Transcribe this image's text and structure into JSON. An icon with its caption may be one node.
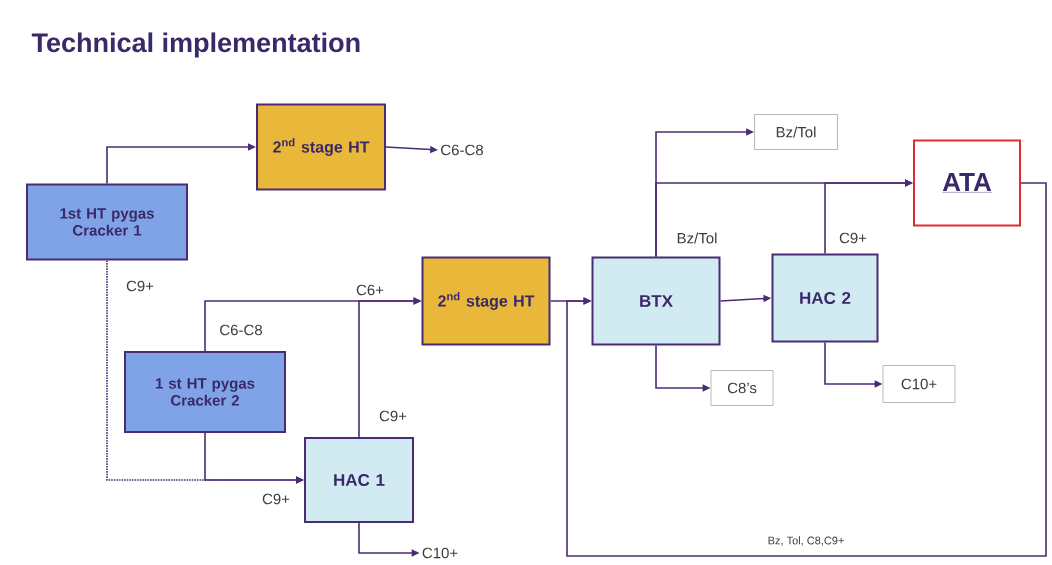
{
  "diagram": {
    "title": "Technical implementation",
    "nodes": [
      {
        "text": [
          "1st HT pygas Cracker 1"
        ]
      },
      {
        "text": [
          "2$^{nd}$ stage HT"
        ]
      },
      {
        "text": [
          "C6-C8"
        ]
      },
      {
        "text": [
          "1 st HT pygas Cracker 2"
        ]
      },
      {
        "text": [
          "2$^{nd}$ stage HT"
        ]
      },
      {
        "text": [
          "HAC 1"
        ]
      },
      {
        "text": [
          "C10+"
        ]
      },
      {
        "text": [
          "BTX"
        ]
      },
      {
        "text": [
          "HAC 2"
        ]
      },
      {
        "text": [
          "Bz/Tol"
        ]
      },
      {
        "text": [
          "ATA"
        ]
      },
      {
        "text": [
          "C8’s"
        ]
      },
      {
        "text": [
          "C10+"
        ]
      }
    ],
    "edges": [
      {
        "from": 0,
        "to": 1,
        "arrow": "to"
      },
      {
        "from": 1,
        "to": 2,
        "arrow": "to"
      },
      {
        "from": 0,
        "to": 5,
        "arrow": "to",
        "style": "dashed",
        "label": "C9+"
      },
      {
        "from": 3,
        "to": 5,
        "arrow": "to",
        "label": "C9+"
      },
      {
        "from": 3,
        "to": 4,
        "arrow": "to",
        "label": "C6-C8"
      },
      {
        "from": 5,
        "to": 4,
        "arrow": "to",
        "label": "C9+"
      },
      {
        "from": 5,
        "to": 6,
        "arrow": "to"
      },
      {
        "from": 4,
        "to": 7,
        "arrow": "to"
      },
      {
        "from": 7,
        "to": 8,
        "arrow": "to"
      },
      {
        "from": 7,
        "to": 9,
        "arrow": "to",
        "label": "Bz/Tol"
      },
      {
        "from": 7,
        "to": 10,
        "arrow": "to"
      },
      {
        "from": 8,
        "to": 10,
        "arrow": "to",
        "label": "C9+"
      },
      {
        "from": 7,
        "to": 11,
        "arrow": "to"
      },
      {
        "from": 8,
        "to": 12,
        "arrow": "to"
      },
      {
        "from": 10,
        "to": 7,
        "arrow": "to",
        "label": "Bz, Tol, C8,C9+"
      }
    ],
    "labels": [
      "C6+"
    ]
  }
}
